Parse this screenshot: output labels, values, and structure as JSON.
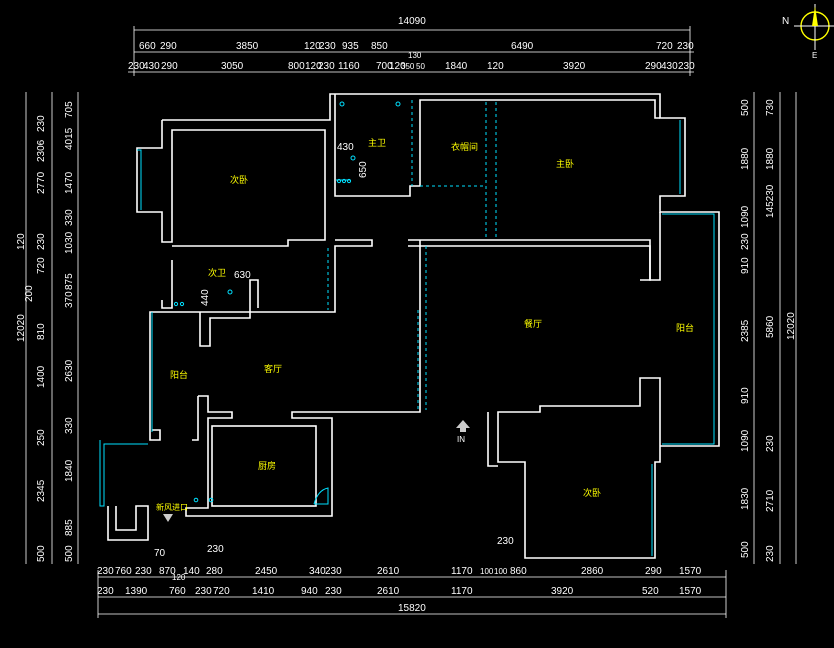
{
  "colors": {
    "background": "#000000",
    "walls": "#ffffff",
    "dimensions": "#ffffff",
    "windows": "#00e0ff",
    "room_labels": "#ffff00",
    "compass": "#ffff00"
  },
  "compass": {
    "n": "N",
    "e": "E"
  },
  "dims": {
    "top_total": "14090",
    "top1": [
      "660",
      "290",
      "3850",
      "120",
      "230",
      "935",
      "850",
      "6490",
      "720",
      "230"
    ],
    "top2": [
      "230",
      "430",
      "290",
      "3050",
      "800",
      "120",
      "230",
      "1160",
      "700",
      "120",
      "350",
      "130",
      "50",
      "1840",
      "120",
      "3920",
      "290",
      "430",
      "230"
    ],
    "bot1": [
      "230",
      "760",
      "230",
      "870",
      "140",
      "280",
      "2450",
      "340",
      "230",
      "2610",
      "1170",
      "100",
      "100",
      "860",
      "2860",
      "290",
      "1570"
    ],
    "bot2": [
      "230",
      "1390",
      "760",
      "230",
      "720",
      "1410",
      "940",
      "230",
      "2610",
      "1170",
      "3920",
      "520",
      "1570"
    ],
    "bot_total": "15820",
    "bot_extra": [
      "70",
      "120",
      "230",
      "230"
    ],
    "left_outer": [
      "120",
      "12020"
    ],
    "left_a": [
      "230",
      "2306",
      "2770",
      "230",
      "720",
      "200",
      "810",
      "1400",
      "250",
      "2345",
      "500"
    ],
    "left_b": [
      "705",
      "4015",
      "1470",
      "330",
      "1030",
      "875",
      "370",
      "2630",
      "330",
      "1840",
      "885",
      "500"
    ],
    "right_a": [
      "500",
      "1880",
      "1090",
      "230",
      "910",
      "2385",
      "910",
      "1090",
      "1830",
      "500"
    ],
    "right_b": [
      "730",
      "1880",
      "145230",
      "5860",
      "230",
      "2710",
      "230"
    ],
    "right_total": "12020",
    "inner": [
      "430",
      "650",
      "630",
      "440"
    ]
  },
  "rooms": [
    "次卧",
    "主卫",
    "衣帽间",
    "主卧",
    "次卫",
    "餐厅",
    "阳台",
    "客厅",
    "阳台",
    "厨房",
    "次卧",
    "新风进口"
  ],
  "entry": "IN"
}
